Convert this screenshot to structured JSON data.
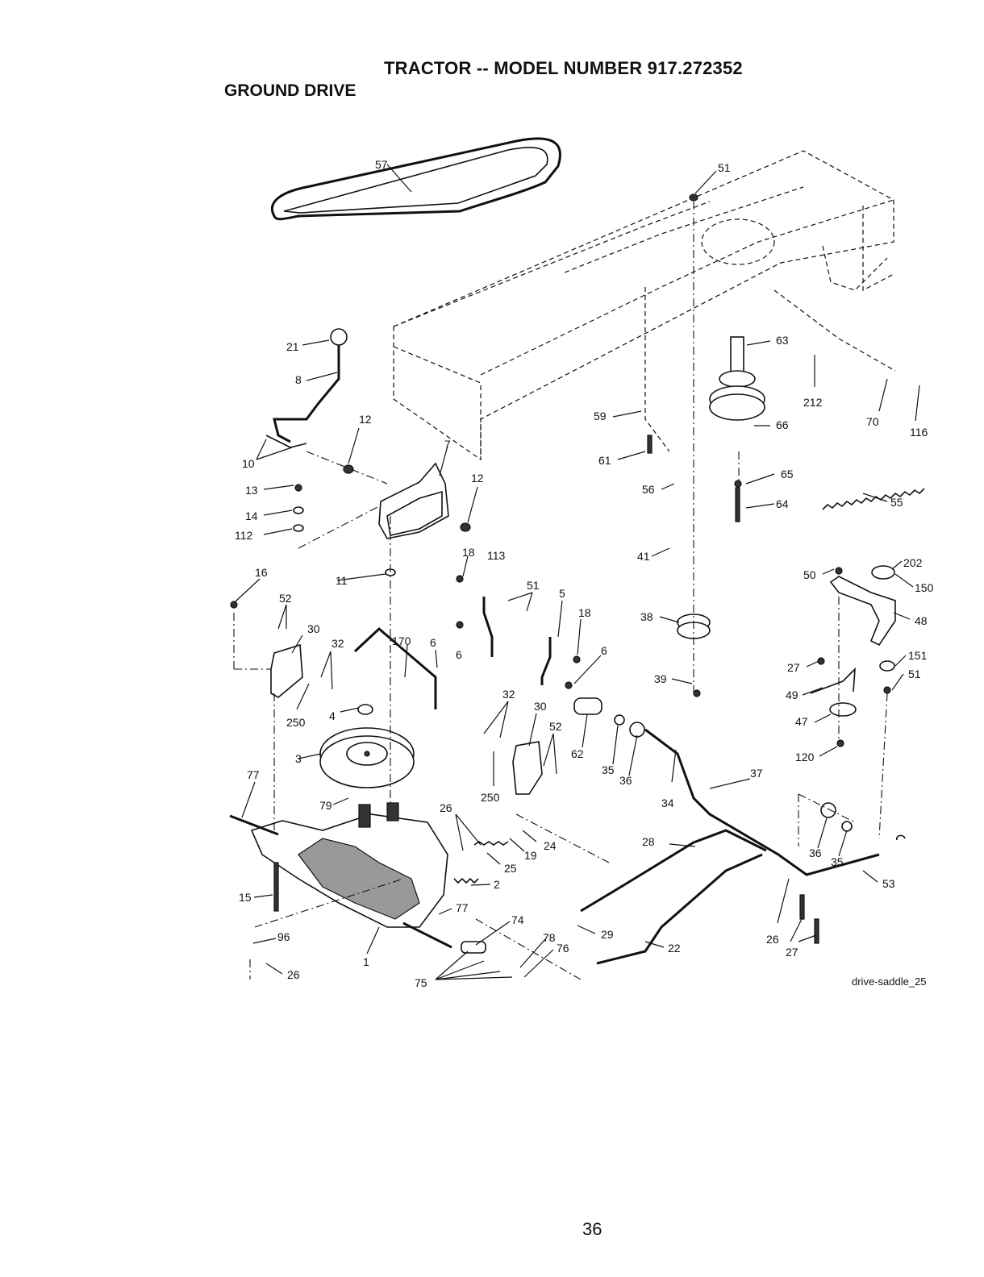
{
  "header": {
    "title": "TRACTOR -- MODEL NUMBER 917.272352",
    "subtitle": "GROUND DRIVE"
  },
  "diagram": {
    "caption": "drive-saddle_25",
    "labels": [
      "57",
      "51",
      "21",
      "8",
      "12",
      "10",
      "7",
      "13",
      "14",
      "112",
      "12",
      "63",
      "212",
      "70",
      "116",
      "59",
      "66",
      "61",
      "65",
      "56",
      "64",
      "55",
      "41",
      "18",
      "113",
      "51",
      "16",
      "11",
      "5",
      "18",
      "52",
      "30",
      "32",
      "170",
      "6",
      "6",
      "6",
      "250",
      "4",
      "50",
      "202",
      "150",
      "48",
      "38",
      "151",
      "27",
      "51",
      "39",
      "49",
      "47",
      "120",
      "32",
      "30",
      "52",
      "62",
      "35",
      "36",
      "250",
      "3",
      "77",
      "79",
      "37",
      "26",
      "24",
      "19",
      "25",
      "34",
      "28",
      "36",
      "35",
      "2",
      "53",
      "77",
      "15",
      "74",
      "29",
      "96",
      "78",
      "76",
      "22",
      "26",
      "27",
      "1",
      "75",
      "26"
    ]
  },
  "footer": {
    "page_number": "36"
  }
}
